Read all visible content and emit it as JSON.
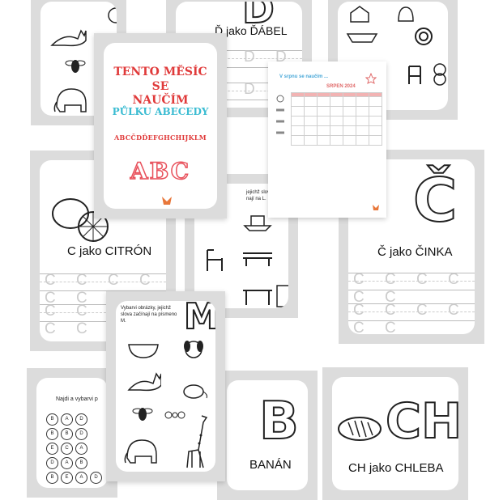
{
  "colors": {
    "card_gray": "#dcdcdc",
    "title_red": "#e03a3a",
    "title_cyan": "#3bbcd2",
    "abc_red": "#e8505b",
    "cal_red": "#e06a6a",
    "cal_blue": "#4aa8d8"
  },
  "card_top_center": {
    "label": "Ď jako ĎÁBEL"
  },
  "cover": {
    "line1": "TENTO MĚSÍC SE",
    "line2": "NAUČÍM",
    "subtitle": "PŮLKU ABECEDY",
    "alphabet": "ABCČDĎEFGHCHIJKLM",
    "abc": "ABC"
  },
  "calendar": {
    "title": "V srpnu se naučím ...",
    "month": "SRPEN 2024"
  },
  "card_citron": {
    "label": "C jako CITRÓN",
    "trace": "C C C C C C"
  },
  "card_mid_center": {
    "hint_line1": "jejichž slova",
    "hint_line2": "nají na L."
  },
  "card_cinka": {
    "label": "Č jako ČINKA",
    "big_letter": "Č",
    "trace": "C C C C C C"
  },
  "card_m": {
    "hint": "Vybarvi obrázky, jejichž slova začínají na písmeno M.",
    "big_letter": "M"
  },
  "card_dots": {
    "title": "Najdi a vybarvi p",
    "letters": [
      "B",
      "A",
      "D",
      "B",
      "B",
      "D",
      "E",
      "C",
      "A",
      "D",
      "A",
      "B",
      "B",
      "E",
      "A",
      "D"
    ]
  },
  "card_banan": {
    "label": "BANÁN",
    "big_letter": "B"
  },
  "card_chleba": {
    "label": "CH jako CHLEBA",
    "big_letter": "CH"
  }
}
